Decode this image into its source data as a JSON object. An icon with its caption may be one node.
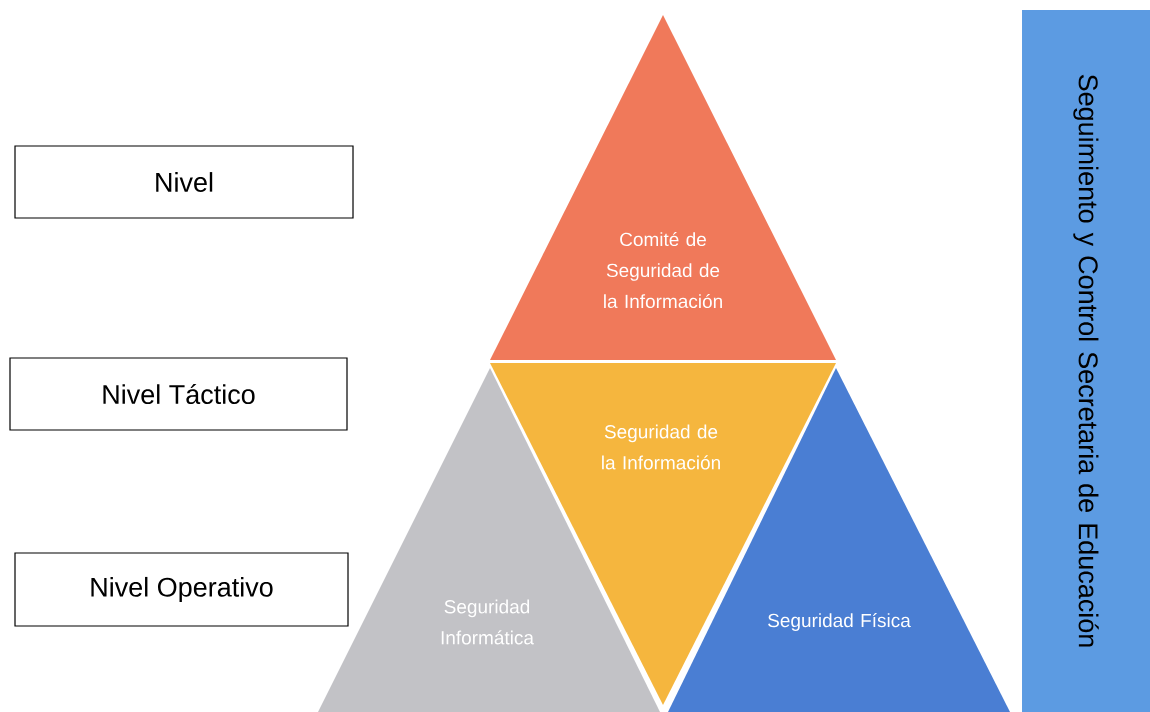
{
  "diagram": {
    "nodes": [
      {
        "text": [
          "Nivel"
        ]
      },
      {
        "text": [
          "Nivel Táctico"
        ]
      },
      {
        "text": [
          "Nivel Operativo"
        ]
      },
      {
        "text": [
          "Comité de Seguridad de la Información"
        ]
      },
      {
        "text": [
          "Seguridad de la Información"
        ]
      },
      {
        "text": [
          "Seguridad Informática"
        ]
      },
      {
        "text": [
          "Seguridad Física"
        ]
      },
      {
        "text": [
          "Seguimiento y Control Secretaria de Educación"
        ]
      }
    ]
  }
}
